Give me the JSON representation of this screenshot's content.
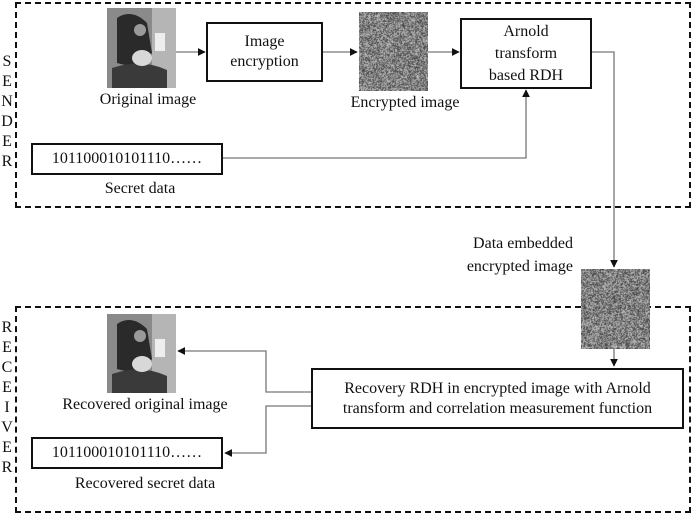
{
  "sender": {
    "label_letters": [
      "S",
      "E",
      "N",
      "D",
      "E",
      "R"
    ],
    "original_image": {
      "icon": "photo-thumbnail",
      "caption": "Original image"
    },
    "image_encryption": {
      "line1": "Image",
      "line2": "encryption"
    },
    "encrypted_image": {
      "icon": "noise-image",
      "caption": "Encrypted image"
    },
    "arnold_rdh": {
      "line1": "Arnold",
      "line2": "transform",
      "line3": "based RDH"
    },
    "secret_data": {
      "value": "101100010101110……",
      "caption": "Secret data"
    }
  },
  "channel": {
    "embedded_image": {
      "icon": "noise-image",
      "caption_line1": "Data embedded",
      "caption_line2": "encrypted image"
    }
  },
  "receiver": {
    "label_letters": [
      "R",
      "E",
      "C",
      "E",
      "I",
      "V",
      "E",
      "R"
    ],
    "recovery_box": {
      "line1": "Recovery RDH in encrypted image with Arnold",
      "line2": "transform and correlation measurement function"
    },
    "recovered_image": {
      "icon": "photo-thumbnail",
      "caption": "Recovered original image"
    },
    "recovered_secret": {
      "value": "101100010101110……",
      "caption": "Recovered secret data"
    }
  },
  "colors": {
    "stroke": "#111111",
    "wire": "#777777",
    "noise_base": "#7a7a7a"
  }
}
